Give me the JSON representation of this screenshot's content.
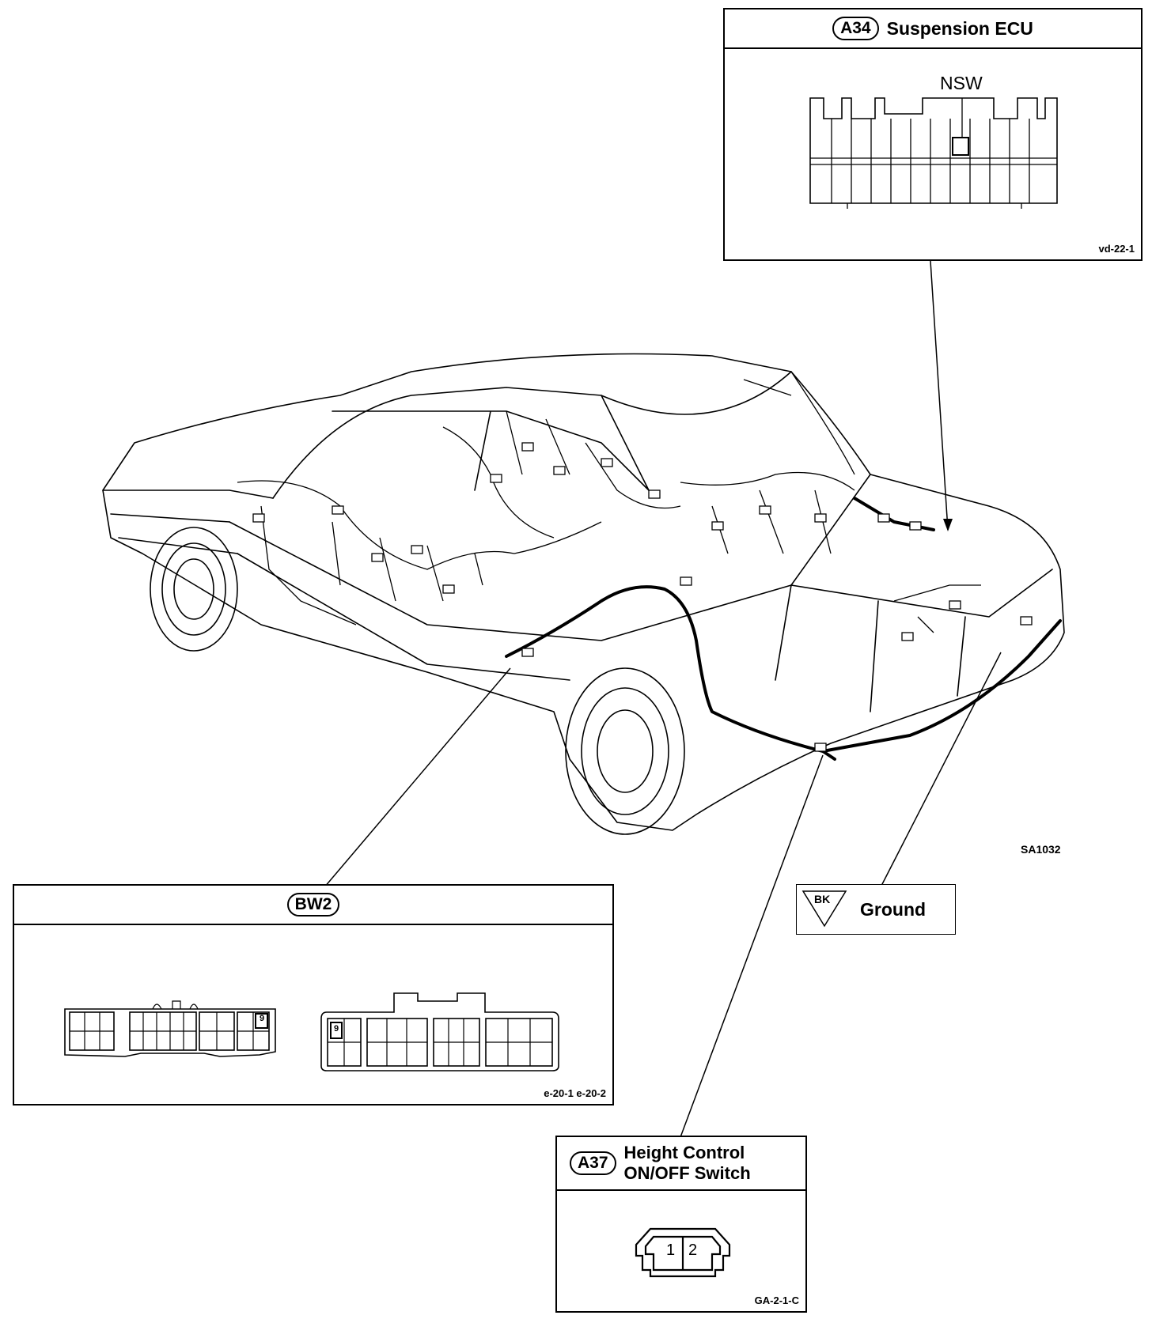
{
  "connectors": {
    "a34": {
      "code": "A34",
      "title": "Suspension ECU",
      "pin_label": "NSW",
      "ref": "vd-22-1"
    },
    "bw2": {
      "code": "BW2",
      "ref": "e-20-1 e-20-2",
      "pin_left": "9",
      "pin_right": "9"
    },
    "a37": {
      "code": "A37",
      "title_line1": "Height Control",
      "title_line2": "ON/OFF Switch",
      "pin1": "1",
      "pin2": "2",
      "ref": "GA-2-1-C"
    },
    "ground": {
      "symbol": "BK",
      "label": "Ground"
    }
  },
  "figure_id": "SA1032"
}
